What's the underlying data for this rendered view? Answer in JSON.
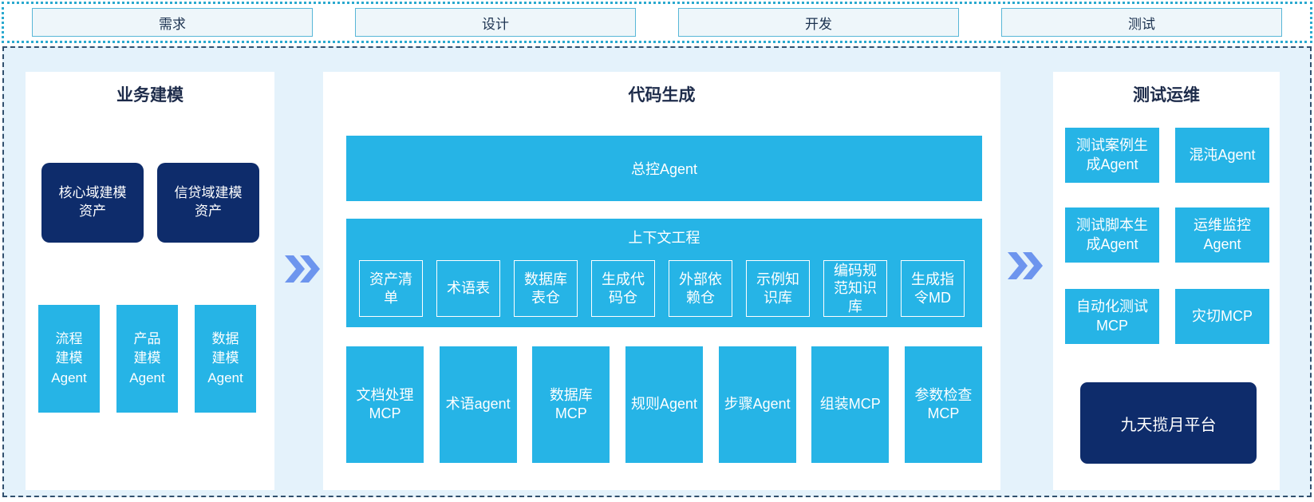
{
  "phases": [
    {
      "label": "需求"
    },
    {
      "label": "设计"
    },
    {
      "label": "开发"
    },
    {
      "label": "测试"
    }
  ],
  "panels": {
    "business_modeling": {
      "title": "业务建模",
      "asset_boxes": [
        "核心域建模资产",
        "信贷域建模资产"
      ],
      "agent_boxes": [
        "流程建模Agent",
        "产品建模Agent",
        "数据建模Agent"
      ]
    },
    "code_generation": {
      "title": "代码生成",
      "master_agent": "总控Agent",
      "context_engineering": {
        "title": "上下文工程",
        "items": [
          "资产清单",
          "术语表",
          "数据库表仓",
          "生成代码仓",
          "外部依赖仓",
          "示例知识库",
          "编码规范知识库",
          "生成指令MD"
        ]
      },
      "tools": [
        "文档处理MCP",
        "术语agent",
        "数据库MCP",
        "规则Agent",
        "步骤Agent",
        "组装MCP",
        "参数检查MCP"
      ]
    },
    "test_ops": {
      "title": "测试运维",
      "boxes": [
        "测试案例生成Agent",
        "混沌Agent",
        "测试脚本生成Agent",
        "运维监控Agent",
        "自动化测试MCP",
        "灾切MCP"
      ],
      "platform": "九天揽月平台"
    }
  },
  "arrows": {
    "icon": "double-chevron-right",
    "count": 2
  },
  "colors": {
    "cyan_box": "#26b4e6",
    "navy_box": "#0e2c6b",
    "chevron_blue": "#6d95ee",
    "container_bg": "#e4f2fb",
    "dashed_border": "#31506e",
    "dotted_border": "#2aa9cf",
    "phase_box_bg": "#eef6fa",
    "phase_box_border": "#58b7d7",
    "title_text": "#1d2b4a"
  }
}
